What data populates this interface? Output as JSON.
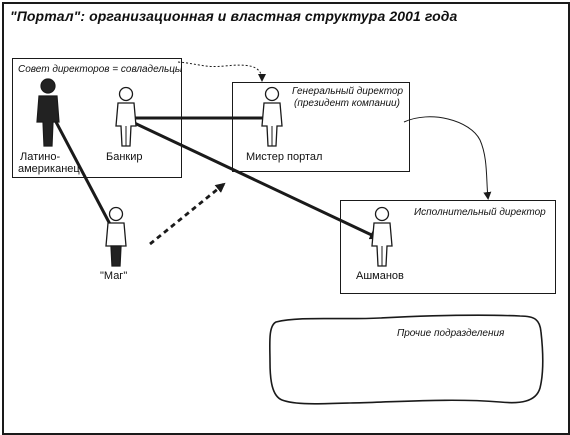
{
  "title": "\"Портал\": организационная и властная структура 2001 года",
  "boxes": {
    "board": {
      "label": "Совет директоров = совладельцы"
    },
    "general": {
      "label_line1": "Генеральный директор",
      "label_line2": "(президент компании)"
    },
    "executive": {
      "label": "Исполнительный директор"
    },
    "other": {
      "label": "Прочие подразделения"
    }
  },
  "people": {
    "latino": {
      "label_line1": "Латино-",
      "label_line2": "американец"
    },
    "banker": {
      "label": "Банкир"
    },
    "mister_portal": {
      "label": "Мистер портал"
    },
    "mag": {
      "label": "\"Маг\""
    },
    "ashmanov": {
      "label": "Ашманов"
    }
  },
  "colors": {
    "ink": "#1a1a1a",
    "dark_figure": "#222222",
    "light_figure": "#ffffff"
  },
  "icons": {
    "person": "person-icon",
    "arrow": "arrow-icon",
    "dashed_arrow": "dashed-arrow-icon"
  }
}
